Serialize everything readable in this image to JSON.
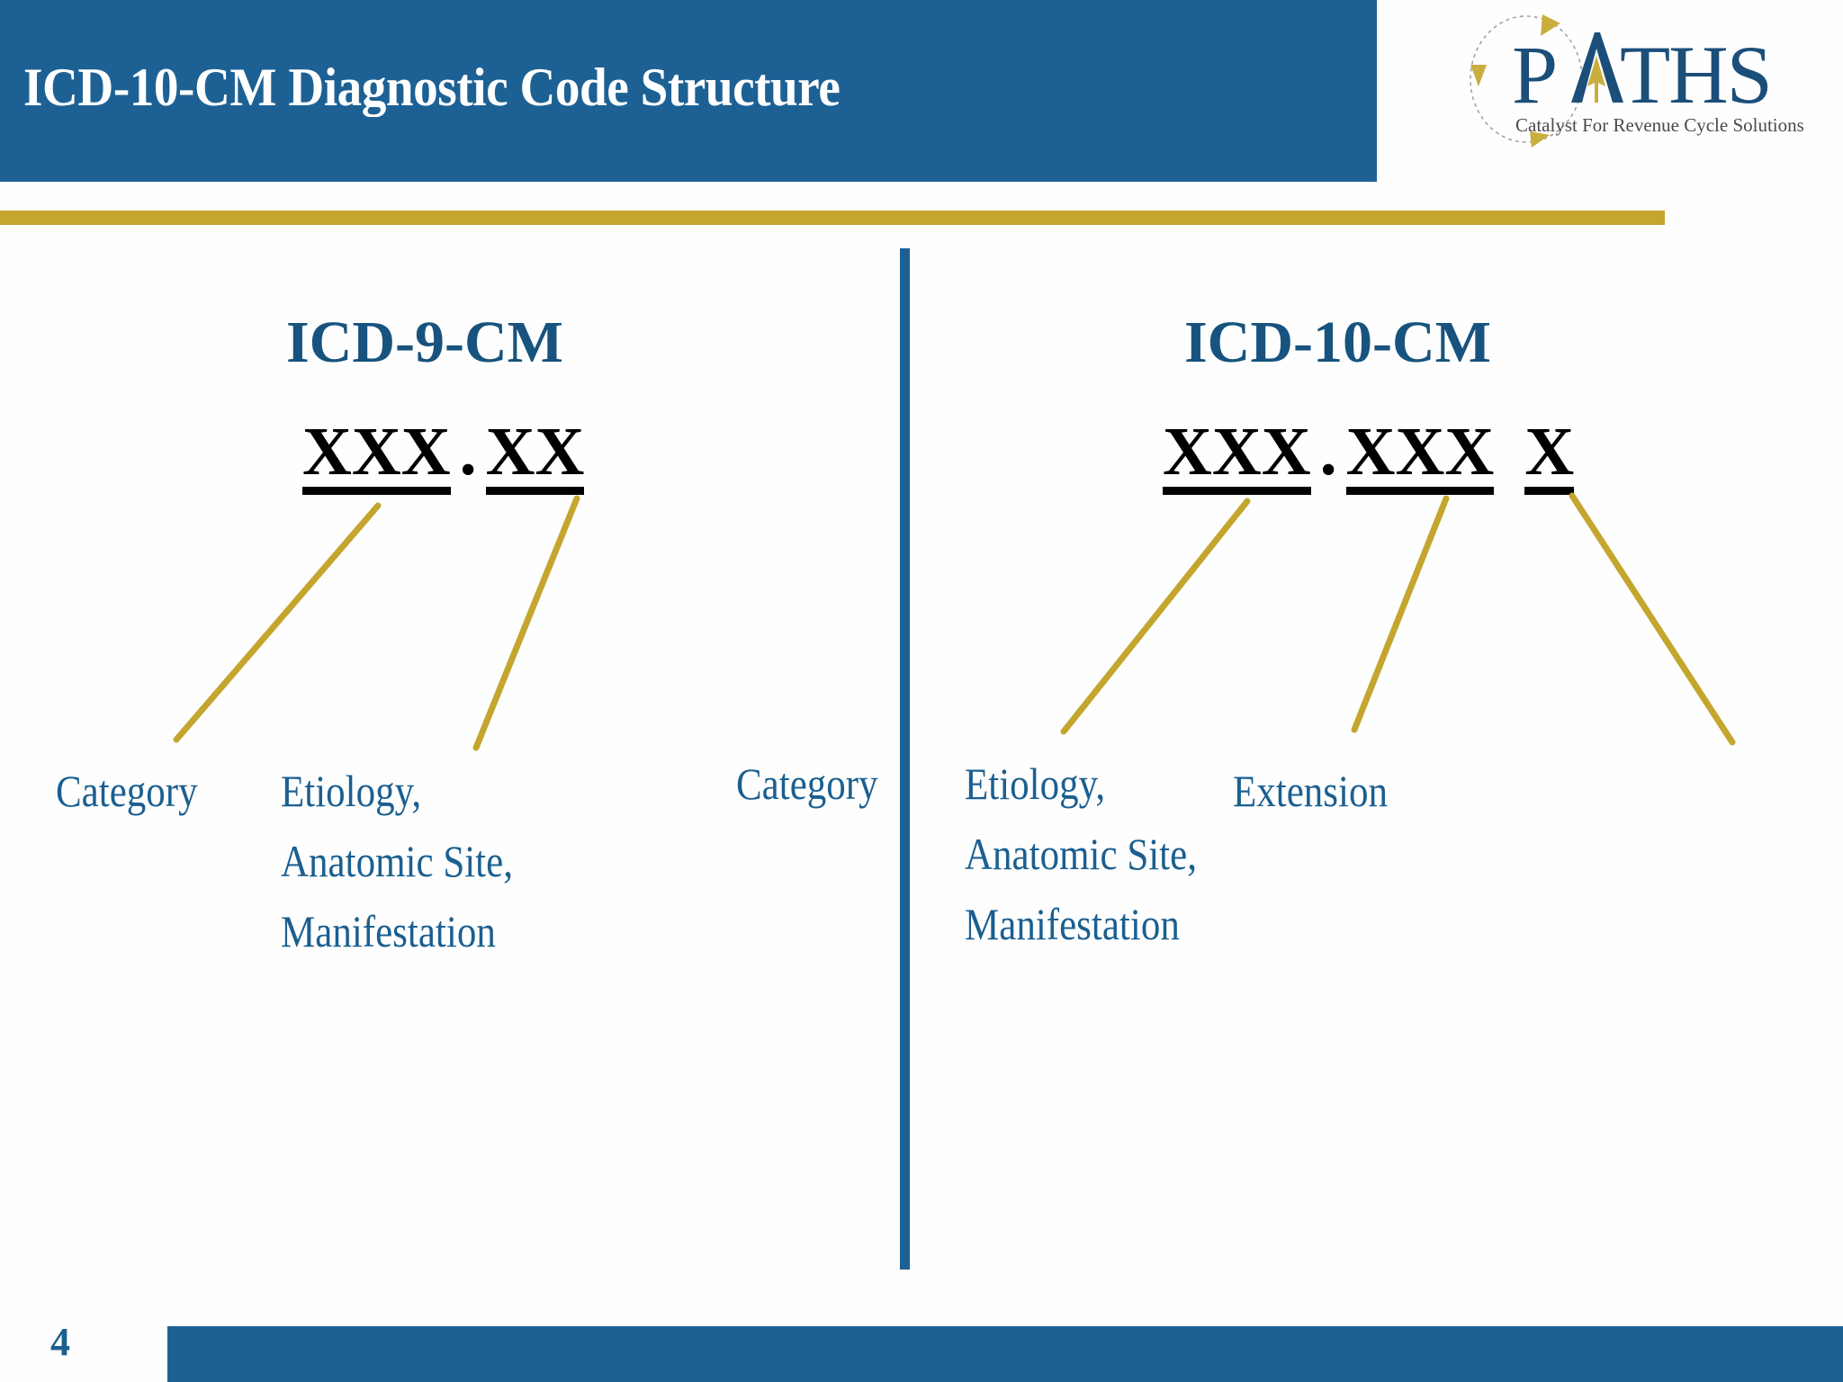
{
  "slide": {
    "title": "ICD-10-CM Diagnostic Code Structure",
    "page_number": "4",
    "colors": {
      "header_blue": "#1D6194",
      "accent_gold": "#C4A62F",
      "heading_blue": "#17537E",
      "label_blue": "#1B5F90",
      "code_black": "#000000"
    }
  },
  "logo": {
    "wordmark": "PATHS",
    "tagline": "Catalyst For Revenue Cycle Solutions",
    "mark_color": "#1C4E7A",
    "arrow_color": "#C9AE3E"
  },
  "panels": [
    {
      "id": "icd9",
      "heading": "ICD-9-CM",
      "code": {
        "segments": [
          "XXX",
          "XX"
        ],
        "separator": ".",
        "display": "XXX . XX"
      },
      "labels": [
        {
          "id": "category",
          "lines": [
            "Category"
          ]
        },
        {
          "id": "etiology",
          "lines": [
            "Etiology,",
            "Anatomic Site,",
            "Manifestation"
          ]
        }
      ]
    },
    {
      "id": "icd10",
      "heading": "ICD-10-CM",
      "code": {
        "segments": [
          "XXX",
          "XXX",
          "X"
        ],
        "separator": ".",
        "display": "XXX . XXX  X"
      },
      "labels": [
        {
          "id": "category",
          "lines": [
            "Category"
          ]
        },
        {
          "id": "etiology",
          "lines": [
            "Etiology,",
            "Anatomic Site,",
            "Manifestation"
          ]
        },
        {
          "id": "extension",
          "lines": [
            "Extension"
          ]
        }
      ]
    }
  ]
}
